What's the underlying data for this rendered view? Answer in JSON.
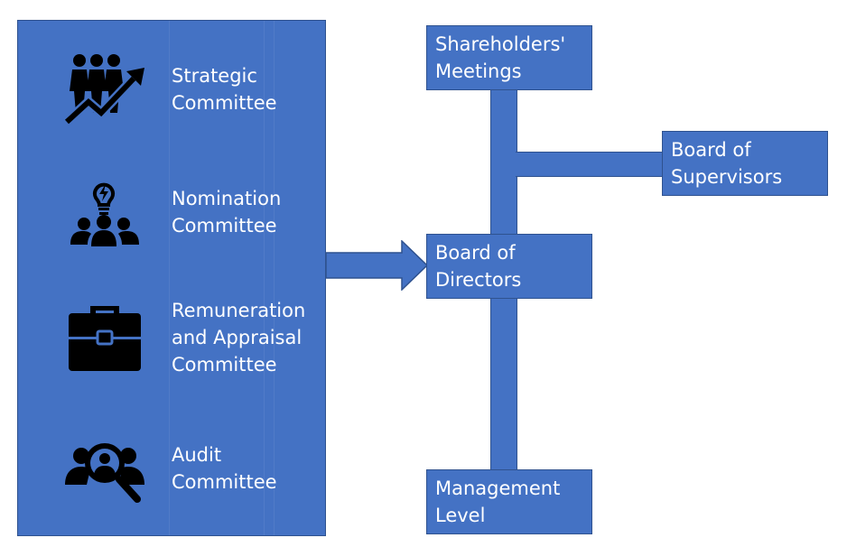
{
  "committees": [
    {
      "label": "Strategic\nCommittee",
      "icon": "team-growth-icon"
    },
    {
      "label": "Nomination\nCommittee",
      "icon": "idea-team-icon"
    },
    {
      "label": "Remuneration\nand Appraisal\nCommittee",
      "icon": "briefcase-icon"
    },
    {
      "label": "Audit\nCommittee",
      "icon": "search-people-icon"
    }
  ],
  "nodes": {
    "shareholders": "Shareholders'\nMeetings",
    "supervisors": "Board of\nSupervisors",
    "directors": "Board of\nDirectors",
    "management": "Management\nLevel"
  },
  "colors": {
    "fill": "#4472c4",
    "border": "#2f528f",
    "text": "#ffffff",
    "icon": "#000000"
  }
}
